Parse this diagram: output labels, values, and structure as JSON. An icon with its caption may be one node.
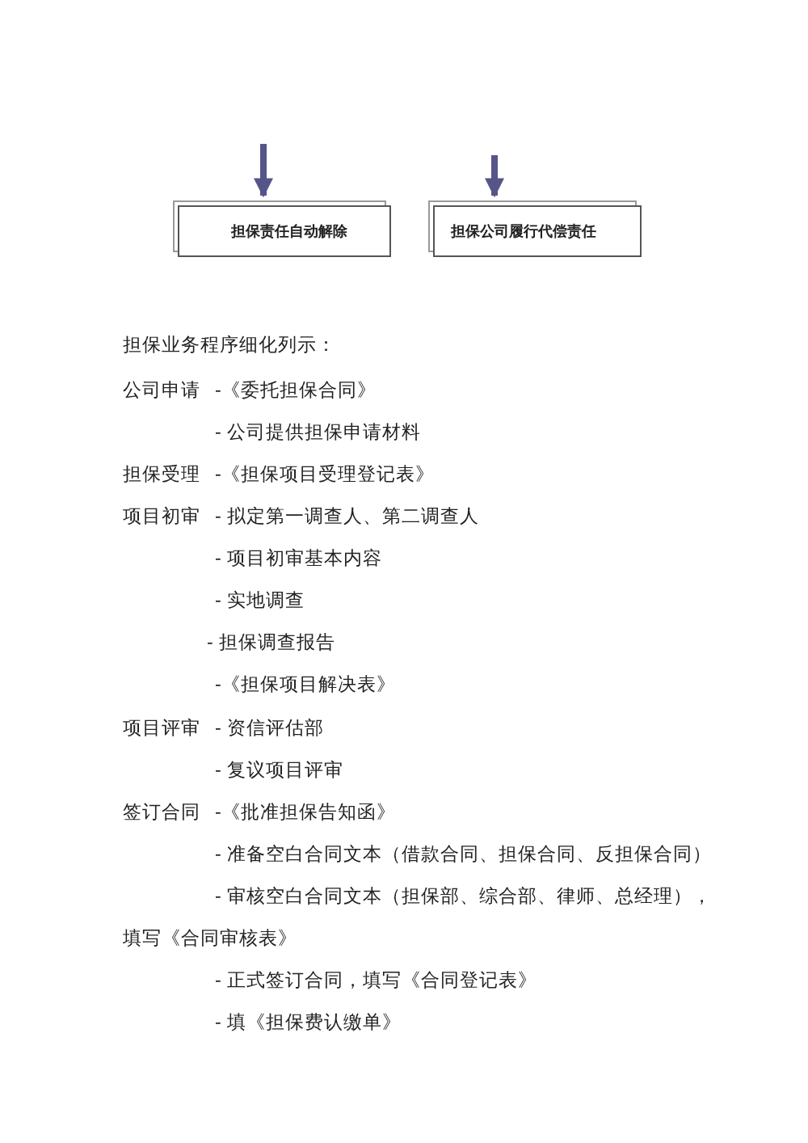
{
  "diagram": {
    "nodes": [
      {
        "text": [
          "担保责任自动解除"
        ]
      },
      {
        "text": [
          "担保公司履行代偿责任"
        ]
      }
    ],
    "edges": [
      {
        "from": null,
        "to": 0,
        "arrow": "to"
      },
      {
        "from": null,
        "to": 1,
        "arrow": "to"
      }
    ],
    "labels": [
      "担保业务程序细化列示：",
      "公司申请",
      "-《委托担保合同》",
      "- 公司提供担保申请材料",
      "担保受理",
      "-《担保项目受理登记表》",
      "项目初审",
      "- 拟定第一调查人、第二调查人",
      "- 项目初审基本内容",
      "- 实地调查",
      "- 担保调查报告",
      "-《担保项目解决表》",
      "项目评审",
      "- 资信评估部",
      "- 复议项目评审",
      "签订合同",
      "-《批准担保告知函》",
      "- 准备空白合同文本（借款合同、担保合同、反担保合同）",
      "- 审核空白合同文本（担保部、综合部、律师、总经理），填写《合同审核表》",
      "- 正式签订合同，填写《合同登记表》",
      "- 填《担保费认缴单》"
    ]
  }
}
